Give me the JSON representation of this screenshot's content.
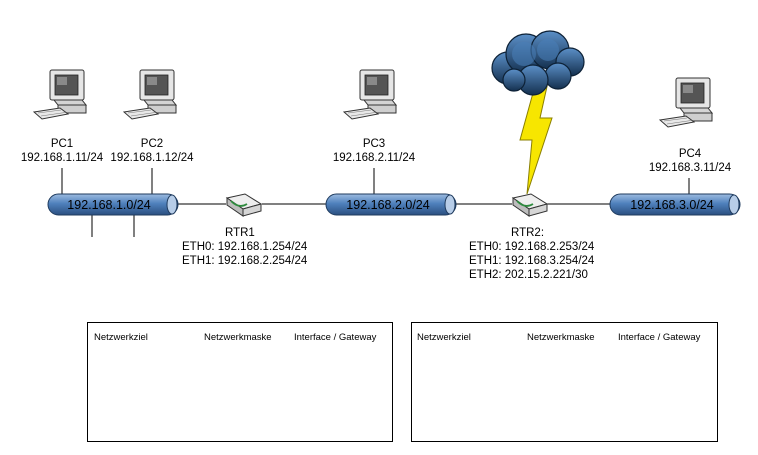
{
  "pcs": [
    {
      "name": "PC1",
      "ip": "192.168.1.11/24"
    },
    {
      "name": "PC2",
      "ip": "192.168.1.12/24"
    },
    {
      "name": "PC3",
      "ip": "192.168.2.11/24"
    },
    {
      "name": "PC4",
      "ip": "192.168.3.11/24"
    }
  ],
  "segments": [
    "192.168.1.0/24",
    "192.168.2.0/24",
    "192.168.3.0/24"
  ],
  "routers": [
    {
      "name": "RTR1",
      "interfaces": [
        "ETH0: 192.168.1.254/24",
        "ETH1: 192.168.2.254/24"
      ]
    },
    {
      "name": "RTR2:",
      "interfaces": [
        "ETH0: 192.168.2.253/24",
        "ETH1: 192.168.3.254/24",
        "ETH2: 202.15.2.221/30"
      ]
    }
  ],
  "routing_tables": [
    {
      "headers": [
        "Netzwerkziel",
        "Netzwerkmaske",
        "Interface / Gateway"
      ]
    },
    {
      "headers": [
        "Netzwerkziel",
        "Netzwerkmaske",
        "Interface / Gateway"
      ]
    }
  ],
  "colors": {
    "segment_fill": "#4f81bd",
    "cloud": "#2f5f92",
    "lightning": "#f7e600",
    "router": "#c8c8c8"
  }
}
